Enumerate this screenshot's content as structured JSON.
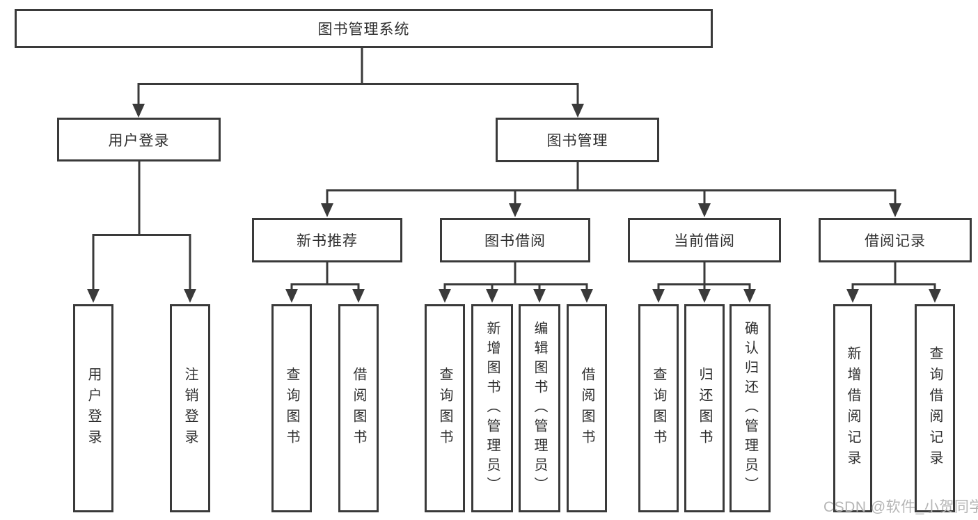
{
  "diagram": {
    "root": {
      "label": "图书管理系统"
    },
    "branches": [
      {
        "label": "用户登录",
        "children": [
          "用户登录",
          "注销登录"
        ]
      },
      {
        "label": "图书管理",
        "sections": [
          {
            "label": "新书推荐",
            "children": [
              "查询图书",
              "借阅图书"
            ]
          },
          {
            "label": "图书借阅",
            "children": [
              "查询图书",
              "新增图书（管理员）",
              "编辑图书（管理员）",
              "借阅图书"
            ]
          },
          {
            "label": "当前借阅",
            "children": [
              "查询图书",
              "归还图书",
              "确认归还（管理员）"
            ]
          },
          {
            "label": "借阅记录",
            "children": [
              "新增借阅记录",
              "查询借阅记录"
            ]
          }
        ]
      }
    ],
    "watermark": "CSDN @软件_小贺同学",
    "colors": {
      "line": "#3a3a3a",
      "text": "#2f2f2f",
      "watermark": "#b5b5b5",
      "background": "#ffffff"
    }
  }
}
